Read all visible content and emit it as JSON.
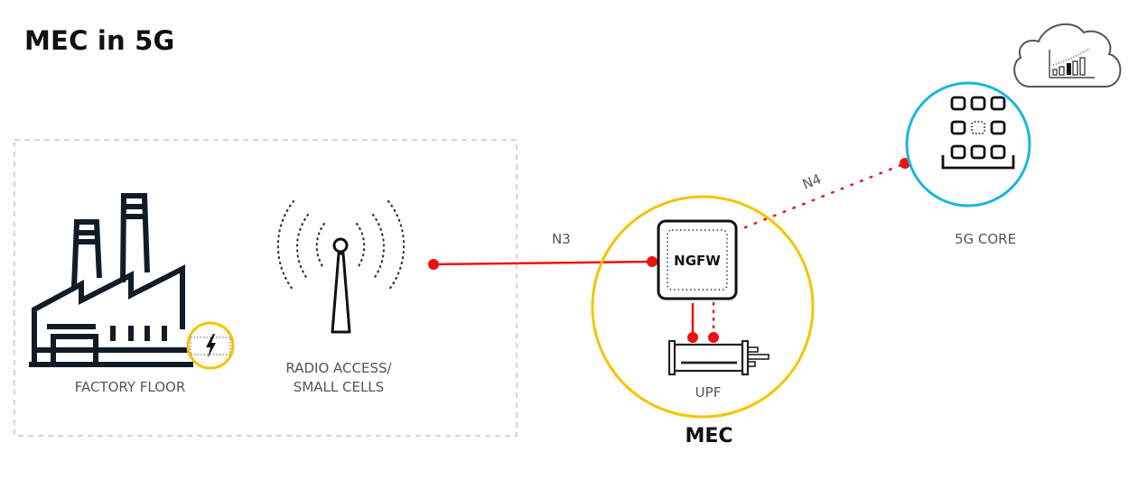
{
  "title": "MEC in 5G",
  "colors": {
    "link_red": "#ee1111",
    "mec_ring": "#f5c400",
    "core_ring": "#1ab6dc",
    "icon_stroke": "#141a26",
    "label_gray": "#555555"
  },
  "zones": {
    "edge_site": {
      "style": "dashed-box"
    }
  },
  "nodes": {
    "factory": {
      "label": "FACTORY FLOOR",
      "icon": "factory-icon",
      "badge_icon": "lightning-bolt-icon"
    },
    "radio": {
      "label_line1": "RADIO ACCESS/",
      "label_line2": "SMALL CELLS",
      "icon": "cell-tower-icon"
    },
    "ngfw": {
      "label": "NGFW",
      "icon": "firewall-box-icon"
    },
    "upf": {
      "label": "UPF",
      "icon": "server-cylinder-icon"
    },
    "mec": {
      "label": "MEC"
    },
    "core": {
      "label": "5G CORE",
      "icon": "grid-apps-icon"
    },
    "cloud": {
      "icon": "cloud-analytics-icon"
    }
  },
  "links": [
    {
      "label": "N3",
      "from": "radio",
      "to": "ngfw",
      "style": "solid"
    },
    {
      "label": "N4",
      "from": "ngfw",
      "to": "core",
      "style": "dotted"
    },
    {
      "label": "",
      "from": "ngfw",
      "to": "upf",
      "style": "solid"
    },
    {
      "label": "",
      "from": "ngfw",
      "to": "upf",
      "style": "dotted"
    }
  ]
}
